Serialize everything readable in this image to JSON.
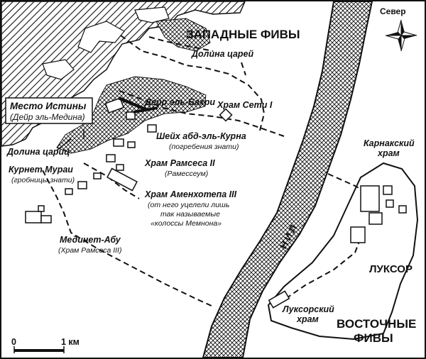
{
  "map": {
    "colors": {
      "ink": "#111111",
      "paper": "#ffffff",
      "hill": "#dcdcdc"
    },
    "regions": {
      "west": "ЗАПАДНЫЕ ФИВЫ",
      "east_line1": "ВОСТОЧНЫЕ",
      "east_line2": "ФИВЫ",
      "luxor": "ЛУКСОР",
      "river": "НИЛ"
    },
    "compass": {
      "north": "Север"
    },
    "scale": {
      "start": "0",
      "end": "1 км"
    },
    "labels": {
      "valley_kings": "Долина царей",
      "deir_bahri": "Дейр эль-Бахри",
      "seti_temple": "Храм Сети I",
      "place_truth": "Место Истины",
      "place_truth_sub": "(Дейр эль-Медина)",
      "sheikh": "Шейх абд-эль-Курна",
      "sheikh_sub": "(погребения знати)",
      "valley_queens": "Долина цариц",
      "qurnet": "Курнет Мураи",
      "qurnet_sub": "(гробницы знати)",
      "ramesses2": "Храм Рамсеса II",
      "ramesses2_sub": "(Рамессеум)",
      "amenhotep": "Храм Аменхотепа III",
      "amenhotep_sub1": "(от него уцелели лишь",
      "amenhotep_sub2": "так называемые",
      "amenhotep_sub3": "«колоссы Мемнона»",
      "medinet": "Мединет-Абу",
      "medinet_sub": "(Храм Рамсеса III)",
      "karnak1": "Карнакский",
      "karnak2": "храм",
      "luxor_temple1": "Луксорский",
      "luxor_temple2": "храм"
    }
  }
}
